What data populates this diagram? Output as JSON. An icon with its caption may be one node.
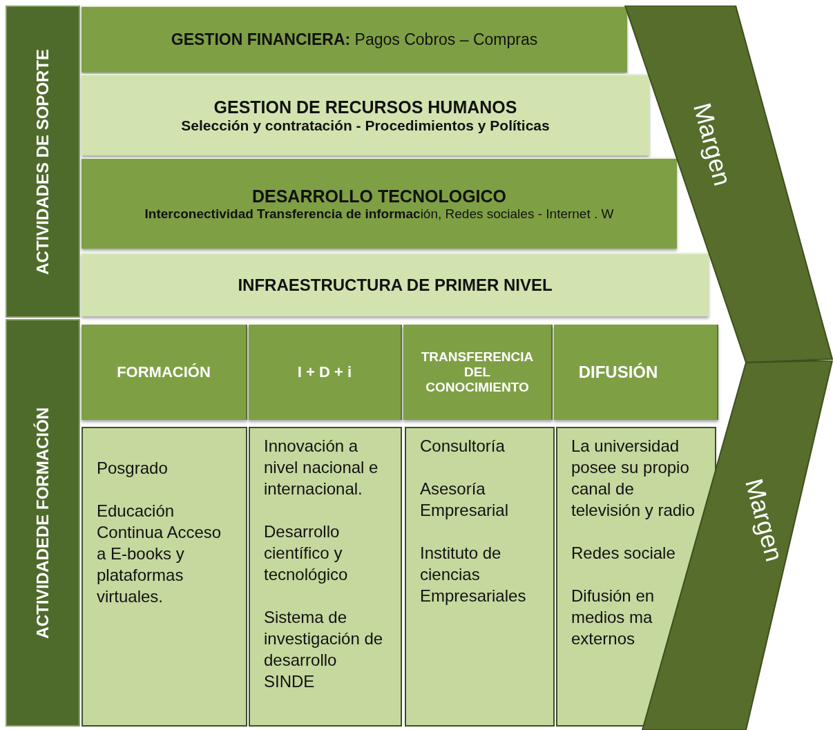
{
  "diagram": {
    "nodes": [
      {
        "text": [
          "ACTIVIDADES DE SOPORTE"
        ]
      },
      {
        "text": [
          "**GESTION FINANCIERA:** Pagos Cobros – Compras"
        ]
      },
      {
        "text": [
          "GESTION DE RECURSOS HUMANOS",
          "Selección y contratación - Procedimientos y Políticas"
        ]
      },
      {
        "text": [
          "DESARROLLO TECNOLOGICO",
          "**Interconectividad Transferencia de informac**ión, Redes sociales - Internet . W"
        ]
      },
      {
        "text": [
          "INFRAESTRUCTURA DE PRIMER NIVEL"
        ]
      },
      {
        "text": [
          "Margen"
        ]
      },
      {
        "text": [
          "ACTIVIDADEDE FORMACIÓN"
        ]
      },
      {
        "text": [
          "FORMACIÓN"
        ]
      },
      {
        "text": [
          "I + D + i"
        ]
      },
      {
        "text": [
          "TRANSFERENCIA DEL CONOCIMIENTO"
        ]
      },
      {
        "text": [
          "DIFUSIÓN"
        ]
      },
      {
        "text": [
          "Posgrado",
          "Educación Continua Acceso a E-books y plataformas virtuales."
        ]
      },
      {
        "text": [
          "Innovación a nivel nacional e internacional.",
          "Desarrollo científico y tecnológico",
          "Sistema de investigación de desarrollo SINDE"
        ]
      },
      {
        "text": [
          "Consultoría",
          "Asesoría Empresarial",
          "Instituto de ciencias Empresariales"
        ]
      },
      {
        "text": [
          "La universidad posee su propio canal de televisión y radio",
          "Redes sociale",
          "Difusión en medios ma externos"
        ]
      },
      {
        "text": [
          "Margen"
        ]
      }
    ]
  }
}
